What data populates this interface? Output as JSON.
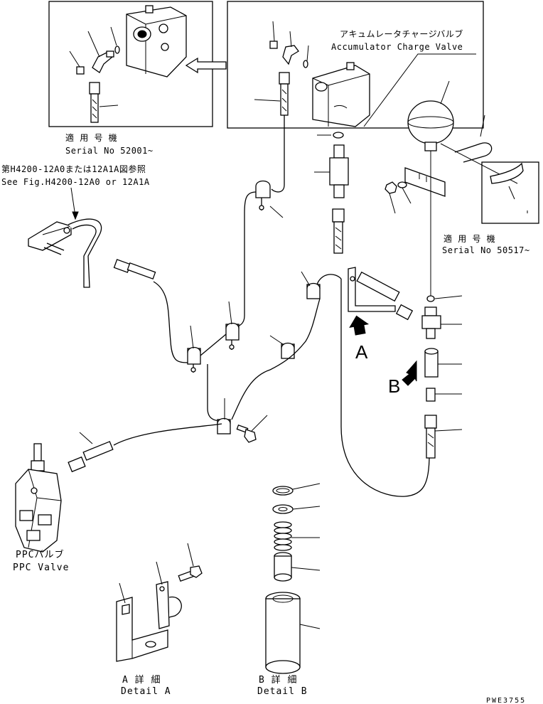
{
  "inset_left": {
    "serial_title": "適 用 号 機",
    "serial_value": "Serial No 52001~"
  },
  "inset_right": {
    "label_jp": "アキュムレータチャージバルブ",
    "label_en": "Accumulator Charge Valve"
  },
  "reference": {
    "jp": "第H4200-12A0または12A1A図参照",
    "en": "See Fig.H4200-12A0 or 12A1A"
  },
  "serial_right": {
    "title": "適 用 号 機",
    "value": "Serial No 50517~"
  },
  "ppc": {
    "jp": "PPCバルブ",
    "en": "PPC Valve"
  },
  "detail_a": {
    "letter": "A",
    "jp": "A 詳 細",
    "en": "Detail A"
  },
  "detail_b": {
    "letter": "B",
    "jp": "B 詳 細",
    "en": "Detail B"
  },
  "drawing_code": "PWE3755"
}
